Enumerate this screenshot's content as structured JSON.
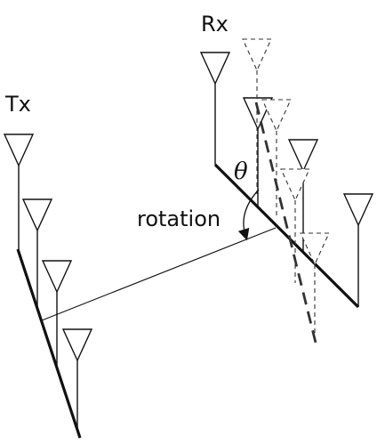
{
  "labels": {
    "tx": "Tx",
    "rx": "Rx",
    "rotation": "rotation",
    "theta": "θ"
  },
  "colors": {
    "stroke": "#111111",
    "dashed": "#333333"
  }
}
